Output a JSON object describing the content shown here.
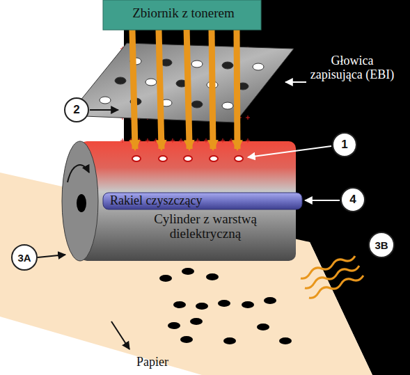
{
  "diagram": {
    "nodes": [
      {
        "text": [
          "Zbiornik z tonerem"
        ]
      },
      {
        "text": [
          "Cylinder z warstwą dielektryczną"
        ]
      },
      {
        "text": [
          "Rakiel czyszczący"
        ],
        "in": 1
      }
    ],
    "edges": [
      {
        "from": 0,
        "to": 1,
        "arrow": "to"
      }
    ],
    "labels": [
      "Głowica zapisująca (EBI)",
      "1",
      "2",
      "3A",
      "3B",
      "4",
      "Papier"
    ]
  }
}
